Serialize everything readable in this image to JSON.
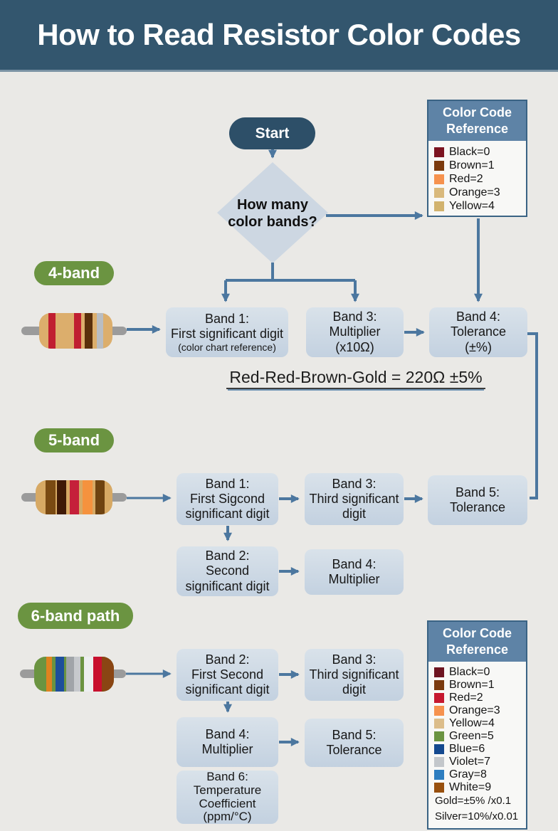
{
  "header": {
    "title": "How to Read Resistor Color Codes"
  },
  "flow": {
    "start_label": "Start",
    "question_line1": "How many",
    "question_line2": "color bands?"
  },
  "reference_top": {
    "title_line1": "Color Code",
    "title_line2": "Reference",
    "items": [
      {
        "label": "Black=0",
        "color": "#7c1320"
      },
      {
        "label": "Brown=1",
        "color": "#7b3a0d"
      },
      {
        "label": "Red=2",
        "color": "#f6924e"
      },
      {
        "label": "Orange=3",
        "color": "#d9b97c"
      },
      {
        "label": "Yellow=4",
        "color": "#d2b36e"
      }
    ]
  },
  "reference_bottom": {
    "title_line1": "Color Code",
    "title_line2": "Reference",
    "items": [
      {
        "label": "Black=0",
        "color": "#6d1420"
      },
      {
        "label": "Brown=1",
        "color": "#7a3a0e"
      },
      {
        "label": "Red=2",
        "color": "#c6182f"
      },
      {
        "label": "Orange=3",
        "color": "#f6924e"
      },
      {
        "label": "Yellow=4",
        "color": "#dcbd8a"
      },
      {
        "label": "Green=5",
        "color": "#6b9441"
      },
      {
        "label": "Blue=6",
        "color": "#14498f"
      },
      {
        "label": "Violet=7",
        "color": "#c3c7cb"
      },
      {
        "label": "Gray=8",
        "color": "#2e7ec0"
      },
      {
        "label": "White=9",
        "color": "#98500e"
      }
    ],
    "extra_line1": "Gold=±5% /x0.1",
    "extra_line2": "Silver=10%/x0.01"
  },
  "four_band": {
    "label": "4-band",
    "band1": {
      "l1": "Band 1:",
      "l2": "First significant digit",
      "l3": "(color chart reference)"
    },
    "band3": {
      "l1": "Band 3:",
      "l2": "Multiplier",
      "l3": "(x10Ω)"
    },
    "band4": {
      "l1": "Band 4:",
      "l2": "Tolerance",
      "l3": "(±%)"
    },
    "example": "Red-Red-Brown-Gold = 220Ω ±5%"
  },
  "five_band": {
    "label": "5-band",
    "band1": {
      "l1": "Band 1:",
      "l2": "First Sigcond",
      "l3": "significant digit"
    },
    "band3": {
      "l1": "Band 3:",
      "l2": "Third significant",
      "l3": "digit"
    },
    "band5": {
      "l1": "Band 5:",
      "l2": "Tolerance"
    },
    "band2": {
      "l1": "Band 2:",
      "l2": "Second",
      "l3": "significant digit"
    },
    "band4": {
      "l1": "Band 4:",
      "l2": "Multiplier"
    }
  },
  "six_band": {
    "label": "6-band path",
    "band2": {
      "l1": "Band 2:",
      "l2": "First Second",
      "l3": "significant digit"
    },
    "band3": {
      "l1": "Band 3:",
      "l2": "Third significant",
      "l3": "digit"
    },
    "band4": {
      "l1": "Band 4:",
      "l2": "Multiplier"
    },
    "band5": {
      "l1": "Band 5:",
      "l2": "Tolerance"
    },
    "band6": {
      "l1": "Band 6:",
      "l2": "Temperature",
      "l3": "Coefficient",
      "l4": "(ppm/°C)"
    }
  },
  "resistors": {
    "four_band": {
      "body": "#dcae6c",
      "lead": "#9b9b9b",
      "bands": [
        "#c01e31",
        "#c01e31",
        "#5a300b",
        "#b9bdc2"
      ]
    },
    "five_band": {
      "body": "#d7a964",
      "lead": "#9b9b9b",
      "bands": [
        "#7a4a12",
        "#401a06",
        "#c5203a",
        "#f5923e",
        "#6f4310"
      ]
    },
    "six_band": {
      "body": "#6b9441",
      "lead": "#9b9b9b",
      "bands": [
        "#df831f",
        "#1e4f9b",
        "#a0a4a8",
        "#c6c9cc",
        "#edeff0",
        "#c8102e",
        "#8a4513"
      ]
    }
  },
  "palette": {
    "header_bg": "#33566e",
    "node_fill": "#c9d6e3",
    "diamond_fill": "#cdd7e2",
    "arrow": "#4c779f",
    "section_pill": "#6b9441",
    "reference_header": "#5e83a6",
    "page_bg": "#eae9e6"
  }
}
